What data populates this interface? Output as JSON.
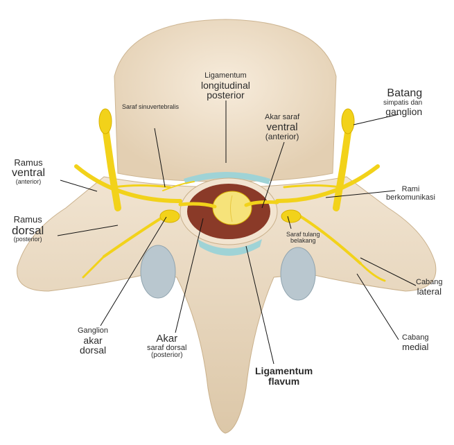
{
  "labels": {
    "ligamentum_longitudinal": [
      "Ligamentum",
      "longitudinal",
      "posterior"
    ],
    "saraf_sinuvertebralis": "Saraf sinuvertebralis",
    "akar_saraf_ventral": [
      "Akar saraf",
      "ventral",
      "(anterior)"
    ],
    "batang_simpatis": [
      "Batang",
      "simpatis dan",
      "ganglion"
    ],
    "ramus_ventral": [
      "Ramus",
      "ventral",
      "(anterior)"
    ],
    "rami_berkomunikasi": [
      "Rami",
      "berkomunikasi"
    ],
    "ramus_dorsal": [
      "Ramus",
      "dorsal",
      "(posterior)"
    ],
    "saraf_tulang_belakang": [
      "Saraf tulang",
      "belakang"
    ],
    "cabang_lateral": [
      "Cabang",
      "lateral"
    ],
    "ganglion_akar_dorsal": [
      "Ganglion",
      "akar",
      "dorsal"
    ],
    "akar_saraf_dorsal": [
      "Akar",
      "saraf dorsal",
      "(posterior)"
    ],
    "cabang_medial": [
      "Cabang",
      "medial"
    ],
    "ligamentum_flavum": [
      "Ligamentum",
      "flavum"
    ]
  },
  "colors": {
    "bone": "#efe2cf",
    "bone_shadow": "#d9c4a6",
    "nerve": "#f2d21a",
    "nerve_dark": "#d8b100",
    "canal": "#8a3a28",
    "ligament_blue": "#9fd3d6",
    "cord": "#f6e37a"
  }
}
